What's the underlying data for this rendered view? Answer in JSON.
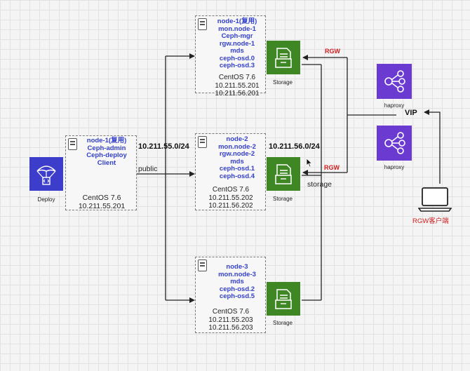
{
  "deploy": {
    "icon_label": "Deploy",
    "node_lines": [
      "node-1(复用)",
      "Ceph-admin",
      "Ceph-deploy",
      "Client"
    ],
    "os": "CentOS 7.6",
    "ip": "10.211.55.201"
  },
  "nodes": [
    {
      "services": [
        "node-1(复用)",
        "mon.node-1",
        "Ceph-mgr",
        "rgw.node-1",
        "mds",
        "ceph-osd.0",
        "ceph-osd.3"
      ],
      "os": "CentOS 7.6",
      "ip_public": "10.211.55.201",
      "ip_storage": "10.211.56.201",
      "storage_label": "Storage"
    },
    {
      "services": [
        "node-2",
        "mon.node-2",
        "rgw.node-2",
        "mds",
        "ceph-osd.1",
        "ceph-osd.4"
      ],
      "os": "CentOS 7.6",
      "ip_public": "10.211.55.202",
      "ip_storage": "10.211.56.202",
      "storage_label": "Storage"
    },
    {
      "services": [
        "node-3",
        "mon.node-3",
        "mds",
        "ceph-osd.2",
        "ceph-osd.5"
      ],
      "os": "CentOS 7.6",
      "ip_public": "10.211.55.203",
      "ip_storage": "10.211.56.203",
      "storage_label": "Storage"
    }
  ],
  "networks": {
    "public_cidr": "10.211.55.0/24",
    "public_label": "public",
    "storage_cidr": "10.211.56.0/24",
    "storage_label": "storage"
  },
  "rgw_labels": [
    "RGW",
    "RGW"
  ],
  "haproxy": {
    "labels": [
      "haproxy",
      "haproxy"
    ],
    "vip": "VIP"
  },
  "client": {
    "label": "RGW客户端"
  },
  "colors": {
    "service_text": "#3340cc",
    "rgw_text": "#d11f1f",
    "storage_green": "#3f8624",
    "haproxy_purple": "#6b3bd1",
    "deploy_blue": "#3d3dcc"
  }
}
